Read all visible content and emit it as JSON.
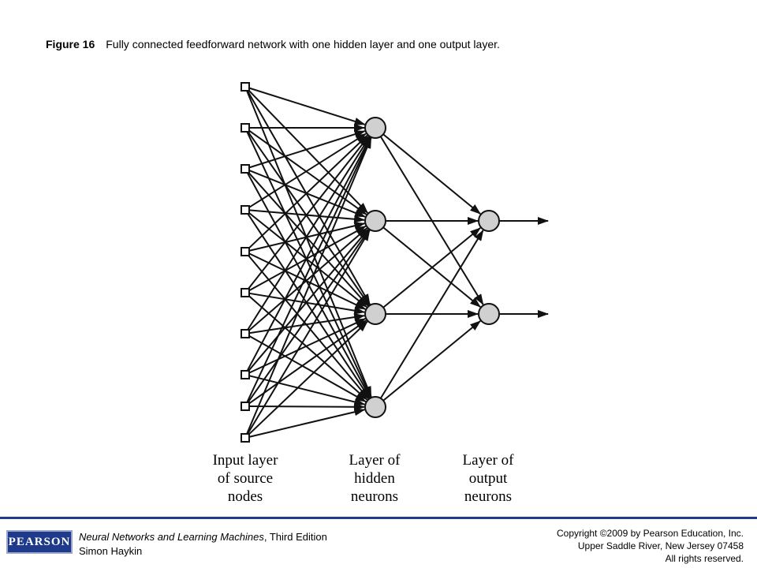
{
  "caption": {
    "figure_label": "Figure 16",
    "text": "Fully connected feedforward network with one hidden layer and one output layer."
  },
  "diagram": {
    "layers": [
      {
        "name": "input",
        "node_count": 10,
        "node_shape": "square"
      },
      {
        "name": "hidden",
        "node_count": 4,
        "node_shape": "circle"
      },
      {
        "name": "output",
        "node_count": 2,
        "node_shape": "circle"
      }
    ],
    "connectivity": "fully-connected",
    "outputs_arrow": true,
    "node_fill": "#d0d0d0",
    "edge_color": "#111111"
  },
  "labels": {
    "input": [
      "Input layer",
      "of source",
      "nodes"
    ],
    "hidden": [
      "Layer of",
      "hidden",
      "neurons"
    ],
    "output": [
      "Layer of",
      "output",
      "neurons"
    ]
  },
  "footer": {
    "logo_text": "PEARSON",
    "book_title": "Neural Networks and Learning Machines",
    "edition": ", Third Edition",
    "author": "Simon Haykin",
    "copyright_lines": [
      "Copyright ©2009 by Pearson Education, Inc.",
      "Upper Saddle River, New Jersey 07458",
      "All rights reserved."
    ],
    "accent_color": "#1f3a8a"
  }
}
